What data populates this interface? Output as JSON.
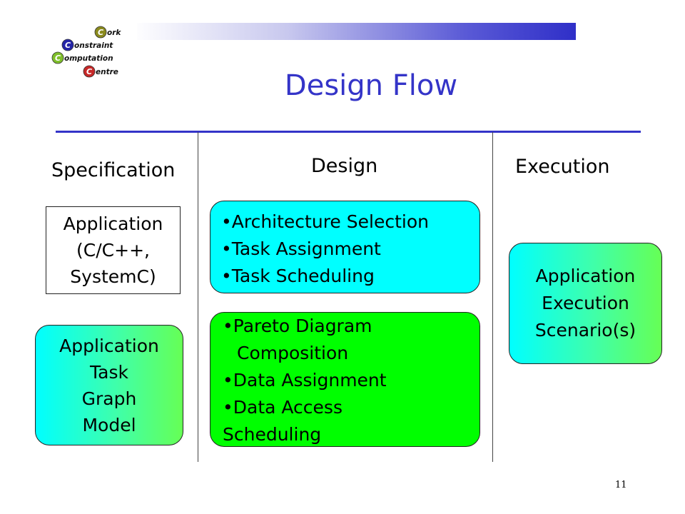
{
  "logo": {
    "line1_initial": "C",
    "line1_rest": "ork",
    "line2_initial": "C",
    "line2_rest": "onstraint",
    "line3_initial": "C",
    "line3_rest": "omputation",
    "line4_initial": "C",
    "line4_rest": "entre"
  },
  "title": "Design Flow",
  "columns": {
    "specification": "Specification",
    "design": "Design",
    "execution": "Execution"
  },
  "specification": {
    "app_box": [
      "Application",
      "(C/C++,",
      "SystemC)"
    ],
    "model_box": [
      "Application",
      "Task",
      "Graph",
      "Model"
    ]
  },
  "design": {
    "top_box": [
      "•Architecture Selection",
      "•Task Assignment",
      "•Task Scheduling"
    ],
    "bottom_box": [
      "•Pareto Diagram",
      "Composition",
      "•Data Assignment",
      "•Data Access",
      "Scheduling"
    ]
  },
  "execution": {
    "box": [
      "Application",
      "Execution",
      "Scenario(s)"
    ]
  },
  "page_number": "11",
  "colors": {
    "accent_blue": "#3434c8",
    "cyan": "#00ffff",
    "green": "#00ff00",
    "logo_olive": "#8a8a1e",
    "logo_blue": "#2525a8",
    "logo_green": "#7fbf2a",
    "logo_red": "#c62828"
  }
}
